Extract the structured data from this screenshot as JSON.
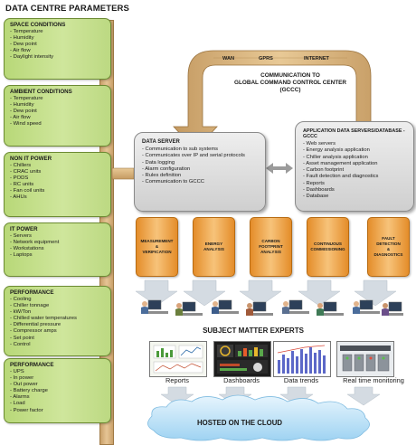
{
  "title": "DATA CENTRE PARAMETERS",
  "parameters": [
    {
      "heading": "SPACE CONDITIONS",
      "items": [
        "- Temperature",
        "- Humidity",
        "- Dew point",
        "- Air flow",
        "- Daylight intensity"
      ]
    },
    {
      "heading": "AMBIENT CONDITIONS",
      "items": [
        "- Temperature",
        "- Humidity",
        "- Dew point",
        "- Air flow",
        "- Wind speed"
      ]
    },
    {
      "heading": "NON IT POWER",
      "items": [
        "- Chillers",
        "- CRAC units",
        "- PODS",
        "- RC units",
        "- Fan coil units",
        "- AHUs"
      ]
    },
    {
      "heading": "IT POWER",
      "items": [
        "- Servers",
        "- Network equipment",
        "- Workstations",
        "- Laptops"
      ]
    },
    {
      "heading": "PERFORMANCE",
      "items": [
        "- Cooling",
        "- Chiller tonnage",
        "- kW/Ton",
        "- Chilled water temperatures",
        "- Differential pressure",
        "- Compressor amps",
        "- Set point",
        "- Control"
      ]
    },
    {
      "heading": "PERFORMANCE",
      "items": [
        "- UPS",
        "- In power",
        "- Out power",
        "- Battery charge",
        "- Alarms",
        "- Load",
        "- Power factor"
      ]
    }
  ],
  "network": {
    "wan": "WAN",
    "gprs": "GPRS",
    "internet": "INTERNET"
  },
  "communication": {
    "line1": "COMMUNICATION TO",
    "line2": "GLOBAL COMMAND CONTROL CENTER",
    "line3": "(GCCC)"
  },
  "data_server": {
    "heading": "DATA SERVER",
    "items": [
      "- Communication to sub systems",
      "- Communicates over IP and serial protocols",
      "- Data logging",
      "- Alarm configuration",
      "- Rules definition",
      "- Communication to GCCC"
    ]
  },
  "app_server": {
    "heading": "APPLICATION DATA SERVERS/DATABASE -GCCC",
    "items": [
      "- Web servers",
      "- Energy analysis application",
      "- Chiller analysis application",
      "- Asset management application",
      "- Carbon footprint",
      "- Fault detection and diagnostics",
      "- Reports",
      "- Dashboards",
      "- Database"
    ]
  },
  "applications": [
    [
      "MEASUREMENT",
      "&",
      "VERIFICATION"
    ],
    [
      "ENERGY",
      "ANALYSIS"
    ],
    [
      "CARBON",
      "FOOTPRINT",
      "ANALYSIS"
    ],
    [
      "CONTINUOUS",
      "COMMISSIONING"
    ],
    [
      "FAULT",
      "DETECTION",
      "&",
      "DIAGNOSTICS"
    ]
  ],
  "sme_label": "SUBJECT MATTER EXPERTS",
  "outputs": [
    "Reports",
    "Dashboards",
    "Data trends",
    "Real time monitoring"
  ],
  "cloud_label": "HOSTED ON THE CLOUD",
  "colors": {
    "param_green": "#c3de8a",
    "bar_tan": "#dcb985",
    "arrow_brown": "#c9a26a",
    "cylinder_orange": "#ec9f45",
    "server_grey": "#d8d8d8",
    "cloud_blue": "#bfe2f7"
  }
}
